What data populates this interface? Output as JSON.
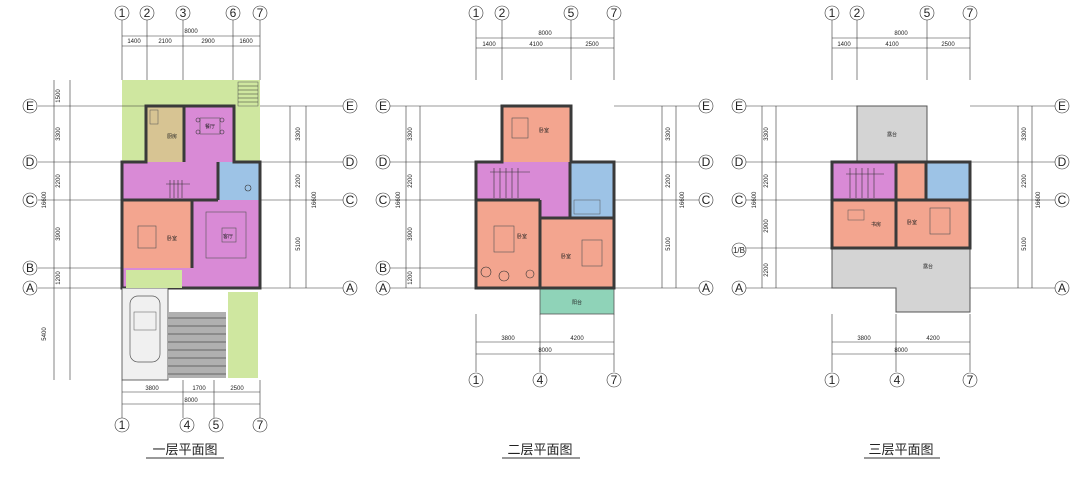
{
  "floor_titles": {
    "first": "一层平面图",
    "second": "二层平面图",
    "third": "三层平面图"
  },
  "dimensions": {
    "total_width": "8000",
    "f1_top": [
      "1400",
      "2100",
      "2900",
      "1600"
    ],
    "f1_bottom": [
      "3800",
      "1700",
      "2500"
    ],
    "f23_top": [
      "1400",
      "4100",
      "2500"
    ],
    "f23_bottom": [
      "3800",
      "4200"
    ],
    "f1_left": [
      "1500",
      "3300",
      "2200",
      "3900",
      "1200",
      "5400"
    ],
    "f1_right": [
      "3300",
      "2200",
      "5100"
    ],
    "f1_right_total": "16600",
    "f1_left_total": "16600",
    "f2_left": [
      "3300",
      "2200",
      "3900",
      "1200"
    ],
    "f2_left_total": "16600",
    "f2_right": [
      "3300",
      "2200",
      "5100"
    ],
    "f2_right_total": "16600",
    "f3_left": [
      "3300",
      "2200",
      "2900",
      "2200"
    ],
    "f3_left_total": "16600",
    "f3_right": [
      "3300",
      "2200",
      "5100"
    ],
    "f3_right_total": "16600"
  },
  "axes": {
    "f1_top": [
      "1",
      "2",
      "3",
      "6",
      "7"
    ],
    "f1_bottom": [
      "1",
      "4",
      "5",
      "7"
    ],
    "f2_top": [
      "1",
      "2",
      "5",
      "7"
    ],
    "f2_bottom": [
      "1",
      "4",
      "7"
    ],
    "f3_top": [
      "1",
      "2",
      "5",
      "7"
    ],
    "f3_bottom": [
      "1",
      "4",
      "7"
    ],
    "rows_f1": [
      "E",
      "D",
      "C",
      "B",
      "A"
    ],
    "rows_f2": [
      "E",
      "D",
      "C",
      "B",
      "A"
    ],
    "rows_f3": [
      "E",
      "D",
      "C",
      "1/B",
      "A"
    ]
  },
  "rooms": {
    "kitchen": "厨房",
    "dining": "餐厅",
    "bedroom": "卧室",
    "living": "客厅",
    "balcony": "阳台",
    "terrace": "露台",
    "study": "书房"
  },
  "colors": {
    "pink": "#f3a58f",
    "magenta": "#d98ad6",
    "blue": "#9dc3e6",
    "tan": "#d7c493",
    "green": "#cfe7a0",
    "teal": "#8fd3b8",
    "gray": "#d4d4d4"
  }
}
